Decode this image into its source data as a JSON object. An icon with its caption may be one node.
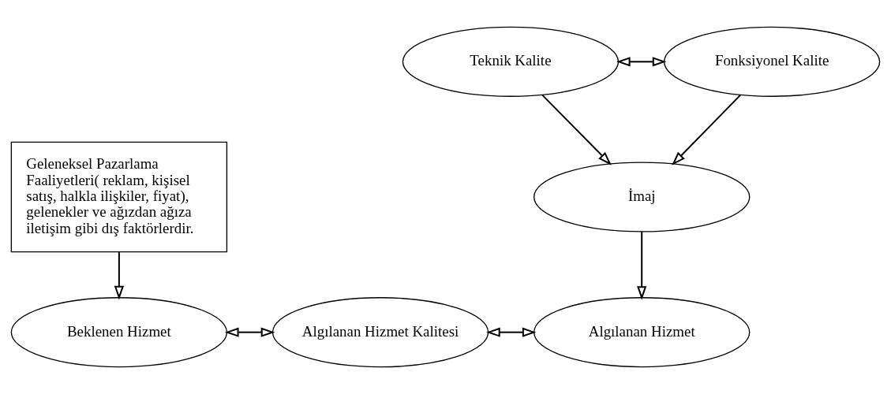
{
  "diagram": {
    "nodes": [
      {
        "text": [
          "Beklenen Hizmet"
        ]
      },
      {
        "text": [
          "Algılanan Hizmet Kalitesi"
        ]
      },
      {
        "text": [
          "Algılanan Hizmet"
        ]
      },
      {
        "text": [
          "Geleneksel Pazarlama Faaliyetleri( reklam, kişisel satış, halkla ilişkiler, fiyat), gelenekler ve ağızdan ağıza iletişim gibi dış faktörlerdir."
        ]
      },
      {
        "text": [
          "İmaj"
        ]
      },
      {
        "text": [
          "Teknik Kalite"
        ]
      },
      {
        "text": [
          "Fonksiyonel Kalite"
        ]
      }
    ],
    "edges": [
      {
        "from": 0,
        "to": 1,
        "arrow": "both"
      },
      {
        "from": 1,
        "to": 2,
        "arrow": "both"
      },
      {
        "from": 3,
        "to": 0,
        "arrow": "to"
      },
      {
        "from": 4,
        "to": 2,
        "arrow": "to"
      },
      {
        "from": 5,
        "to": 6,
        "arrow": "both"
      },
      {
        "from": 5,
        "to": 4,
        "arrow": "to"
      },
      {
        "from": 6,
        "to": 4,
        "arrow": "to"
      }
    ]
  }
}
